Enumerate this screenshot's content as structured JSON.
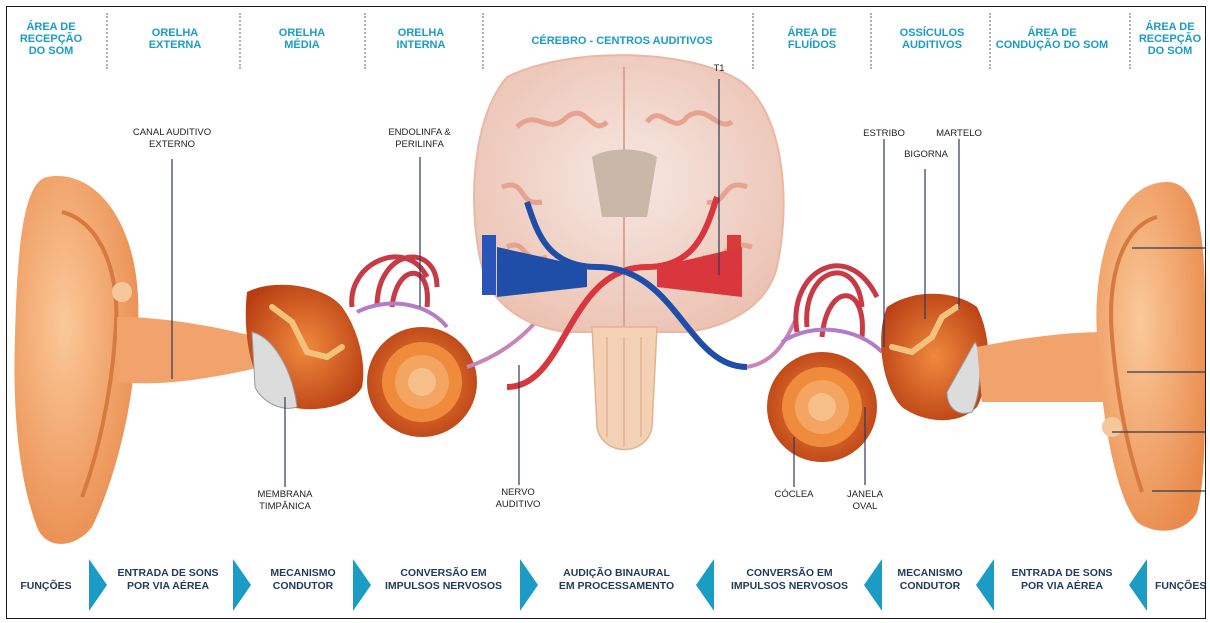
{
  "header": {
    "sections": [
      "ÁREA DE\nRECEPÇÃO\nDO SOM",
      "ORELHA\nEXTERNA",
      "ORELHA\nMÉDIA",
      "ORELHA\nINTERNA",
      "CÉREBRO - CENTROS AUDITIVOS",
      "ÁREA DE\nFLUÍDOS",
      "OSSÍCULOS\nAUDITIVOS",
      "ÁREA DE\nCONDUÇÃO DO SOM",
      "ÁREA DE\nRECEPÇÃO\nDO SOM"
    ]
  },
  "labels": {
    "canal": "CANAL AUDITIVO\nEXTERNO",
    "endolinfa": "ENDOLINFA &\nPERILINFA",
    "t1": "T1",
    "estribo": "ESTRIBO",
    "martelo": "MARTELO",
    "bigorna": "BIGORNA",
    "membrana": "MEMBRANA\nTIMPÂNICA",
    "nervo": "NERVO\nAUDITIVO",
    "coclea": "CÓCLEA",
    "janela": "JANELA\nOVAL"
  },
  "footer": {
    "items": [
      "FUNÇÕES",
      "ENTRADA DE SONS\nPOR VIA AÉREA",
      "MECANISMO\nCONDUTOR",
      "CONVERSÃO EM\nIMPULSOS NERVOSOS",
      "AUDIÇÃO BINAURAL\nEM PROCESSAMENTO",
      "CONVERSÃO EM\nIMPULSOS NERVOSOS",
      "MECANISMO\nCONDUTOR",
      "ENTRADA DE SONS\nPOR VIA AÉREA",
      "FUNÇÕES"
    ]
  },
  "colors": {
    "accent": "#1a9cc4",
    "skin": "#f2a36b",
    "ear_orange": "#e8692a",
    "nerve_red": "#d9363e",
    "nerve_blue": "#1f4ea8",
    "brain_pink": "#f4c6b6"
  }
}
